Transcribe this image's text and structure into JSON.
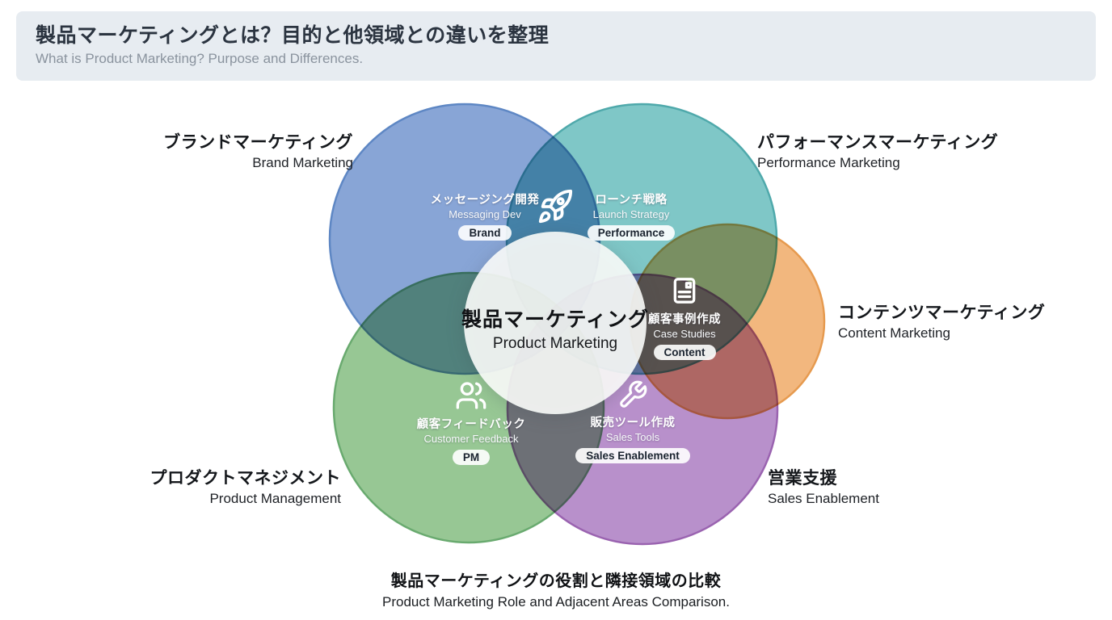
{
  "header": {
    "title_jp": "製品マーケティングとは？目的と他領域との違いを整理",
    "subtitle_en": "What is Product Marketing? Purpose and Differences."
  },
  "center": {
    "label_jp": "製品マーケティング",
    "label_en": "Product Marketing"
  },
  "areas": [
    {
      "id": "brand-marketing",
      "label_jp": "ブランドマーケティング",
      "label_en": "Brand Marketing",
      "fill": "#7e9dd2",
      "stroke": "#5e87c4"
    },
    {
      "id": "performance-marketing",
      "label_jp": "パフォーマンスマーケティング",
      "label_en": "Performance Marketing",
      "fill": "#74c2c2",
      "stroke": "#4fa9ab"
    },
    {
      "id": "content-marketing",
      "label_jp": "コンテンツマーケティング",
      "label_en": "Content Marketing",
      "fill": "#f1b173",
      "stroke": "#e69a4f"
    },
    {
      "id": "product-management",
      "label_jp": "プロダクトマネジメント",
      "label_en": "Product Management",
      "fill": "#8ec28b",
      "stroke": "#69aa6f"
    },
    {
      "id": "sales-enablement",
      "label_jp": "営業支援",
      "label_en": "Sales Enablement",
      "fill": "#b287c7",
      "stroke": "#9a63b0"
    }
  ],
  "center_circle": {
    "fill": "#fbfcfa"
  },
  "overlaps": [
    {
      "id": "messaging-dev",
      "icon": "rocket-icon",
      "jp": "メッセージング開発",
      "en": "Messaging Dev",
      "badge": "Brand"
    },
    {
      "id": "launch-strategy",
      "icon": "rocket-icon",
      "jp": "ローンチ戦略",
      "en": "Launch Strategy",
      "badge": "Performance"
    },
    {
      "id": "case-studies",
      "icon": "document-icon",
      "jp": "顧客事例作成",
      "en": "Case Studies",
      "badge": "Content"
    },
    {
      "id": "customer-feedback",
      "icon": "users-icon",
      "jp": "顧客フィードバック",
      "en": "Customer Feedback",
      "badge": "PM"
    },
    {
      "id": "sales-tools",
      "icon": "wrench-icon",
      "jp": "販売ツール作成",
      "en": "Sales Tools",
      "badge": "Sales Enablement"
    }
  ],
  "caption": {
    "title_jp": "製品マーケティングの役割と隣接領域の比較",
    "subtitle_en": "Product Marketing Role and Adjacent Areas Comparison."
  },
  "colors": {
    "header_bg": "#e7ecf1",
    "title_text": "#2b3440",
    "subtitle_text": "#8a939e",
    "overlap_text": "#ffffff",
    "badge_bg": "#ffffff",
    "badge_text": "#1b2430"
  }
}
